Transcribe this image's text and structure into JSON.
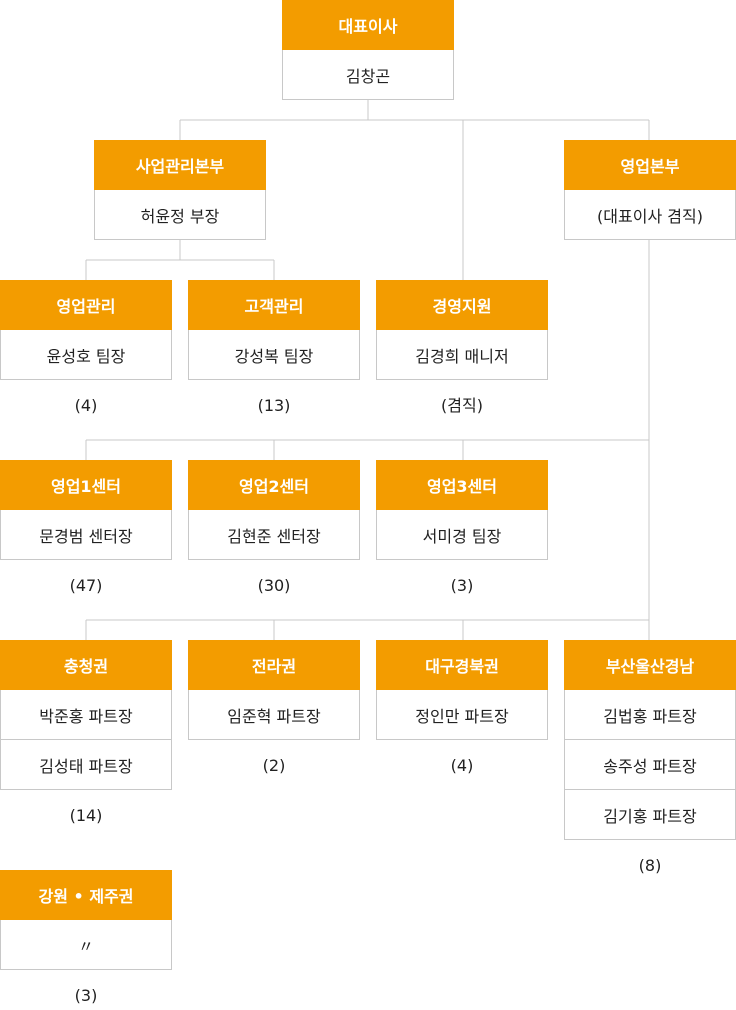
{
  "colors": {
    "header": "#f39c00",
    "line": "#c8c8c8",
    "text": "#222222"
  },
  "nodes": {
    "ceo": {
      "title": "대표이사",
      "members": [
        "김창곤"
      ]
    },
    "bizmgmt": {
      "title": "사업관리본부",
      "members": [
        "허윤정 부장"
      ]
    },
    "sales_hq": {
      "title": "영업본부",
      "members": [
        "(대표이사 겸직)"
      ]
    },
    "sales_mgmt": {
      "title": "영업관리",
      "members": [
        "윤성호 팀장"
      ],
      "count": "(4)"
    },
    "customer_mgmt": {
      "title": "고객관리",
      "members": [
        "강성복 팀장"
      ],
      "count": "(13)"
    },
    "support": {
      "title": "경영지원",
      "members": [
        "김경희 매니저"
      ],
      "count": "(겸직)"
    },
    "center1": {
      "title": "영업1센터",
      "members": [
        "문경범 센터장"
      ],
      "count": "(47)"
    },
    "center2": {
      "title": "영업2센터",
      "members": [
        "김현준 센터장"
      ],
      "count": "(30)"
    },
    "center3": {
      "title": "영업3센터",
      "members": [
        "서미경 팀장"
      ],
      "count": "(3)"
    },
    "chungcheong": {
      "title": "충청권",
      "members": [
        "박준홍 파트장",
        "김성태 파트장"
      ],
      "count": "(14)"
    },
    "jeolla": {
      "title": "전라권",
      "members": [
        "임준혁 파트장"
      ],
      "count": "(2)"
    },
    "daegu": {
      "title": "대구경북권",
      "members": [
        "정인만 파트장"
      ],
      "count": "(4)"
    },
    "busan": {
      "title": "부산울산경남",
      "members": [
        "김법홍 파트장",
        "송주성 파트장",
        "김기홍 파트장"
      ],
      "count": "(8)"
    },
    "gangwon": {
      "title": "강원 • 제주권",
      "members": [
        "〃"
      ],
      "count": "(3)"
    }
  }
}
